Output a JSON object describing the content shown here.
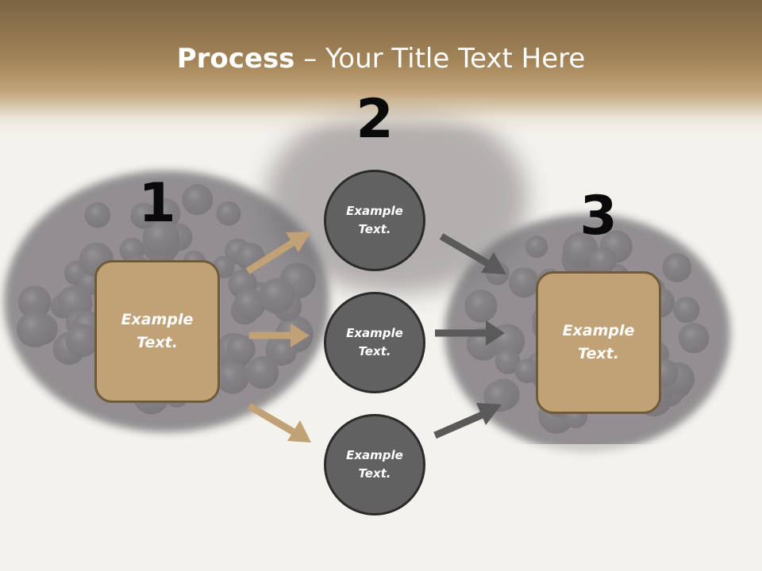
{
  "slide": {
    "title_bold": "Process",
    "title_rest": " – Your Title Text Here"
  },
  "steps": {
    "num1": "1",
    "num2": "2",
    "num3": "3"
  },
  "left_box": {
    "text": "Example\nText."
  },
  "right_box": {
    "text": "Example\nText."
  },
  "circles": [
    {
      "text": "Example\nText."
    },
    {
      "text": "Example\nText."
    },
    {
      "text": "Example\nText."
    }
  ],
  "colors": {
    "box_fill": "#c1a176",
    "box_border": "#6f5a3a",
    "circle_fill": "#616161",
    "circle_border": "#2b2b2b",
    "arrow_tan": "#c1a176",
    "arrow_gray": "#5a5a5a",
    "title_band": "#a38459"
  },
  "background": {
    "subject": "blackberries photo"
  }
}
